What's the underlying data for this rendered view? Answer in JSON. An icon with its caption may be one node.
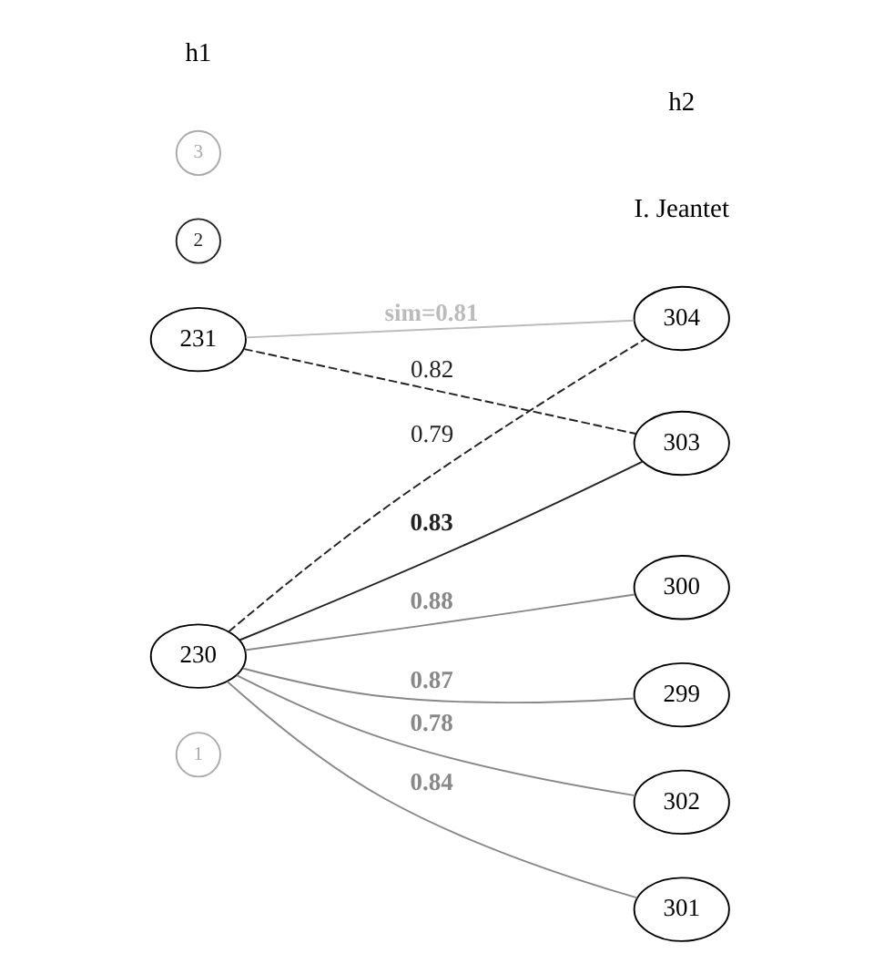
{
  "diagram": {
    "nodes": [
      {
        "text": [
          "1"
        ]
      },
      {
        "text": [
          "304"
        ]
      },
      {
        "text": [
          "303"
        ]
      },
      {
        "text": [
          "231"
        ]
      },
      {
        "text": [
          "2"
        ]
      },
      {
        "text": [
          "302"
        ]
      },
      {
        "text": [
          "301"
        ]
      },
      {
        "text": [
          "230"
        ]
      },
      {
        "text": [
          "300"
        ]
      },
      {
        "text": [
          "3"
        ]
      },
      {
        "text": [
          "299"
        ]
      }
    ],
    "edges": [
      {
        "from": 3,
        "to": 1,
        "arrow": "none",
        "label": "sim=0.81",
        "color": "#bbbbbb"
      },
      {
        "from": 3,
        "to": 2,
        "arrow": "none",
        "label": "0.82",
        "style": "dashed",
        "color": "#222222"
      },
      {
        "from": 7,
        "to": 1,
        "arrow": "none",
        "label": "0.79",
        "style": "dashed",
        "color": "#222222"
      },
      {
        "from": 7,
        "to": 2,
        "arrow": "none",
        "label": "0.83",
        "color": "#222222"
      },
      {
        "from": 7,
        "to": 5,
        "arrow": "none",
        "label": "0.78"
      },
      {
        "from": 7,
        "to": 6,
        "arrow": "none",
        "label": "0.84"
      },
      {
        "from": 7,
        "to": 8,
        "arrow": "none",
        "label": "0.88"
      },
      {
        "from": 7,
        "to": 10,
        "arrow": "none",
        "label": "0.87"
      }
    ],
    "labels": [
      "I. Jeantet",
      "h1",
      "h2"
    ]
  }
}
